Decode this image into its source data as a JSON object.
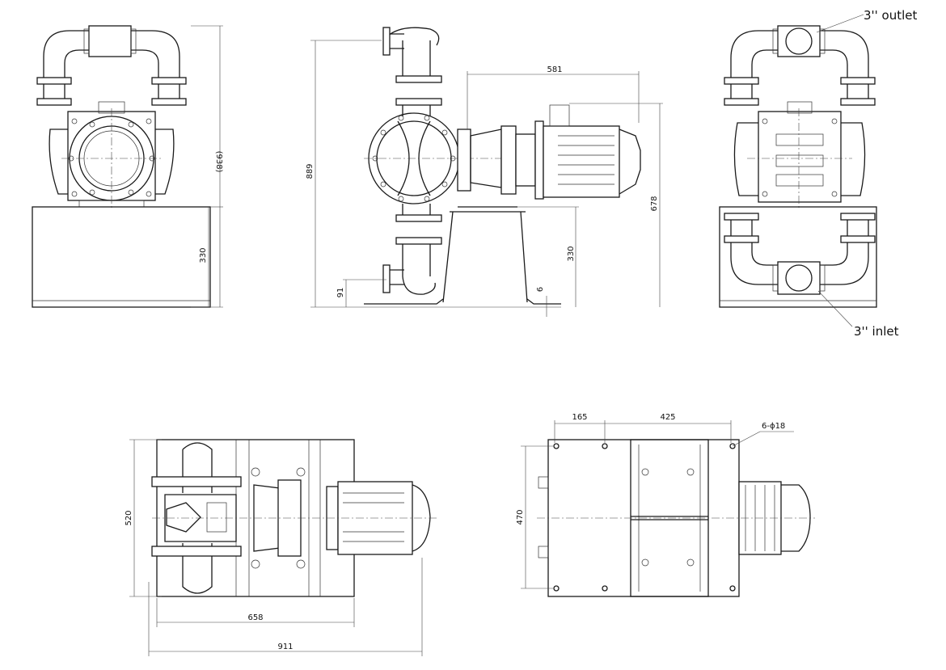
{
  "drawing": {
    "callouts": {
      "outlet": "3'' outlet",
      "inlet": "3'' inlet"
    },
    "dimensions": {
      "front_height": "(938)",
      "front_base": "330",
      "side_height": "889",
      "side_inlet": "91",
      "side_motor": "581",
      "side_motor_height": "678",
      "side_base": "330",
      "side_offset": "6",
      "top_width": "520",
      "top_base_length": "658",
      "top_total_length": "911",
      "plan_left": "165",
      "plan_spacing": "425",
      "plan_holes": "6-ϕ18",
      "plan_depth": "470"
    }
  }
}
